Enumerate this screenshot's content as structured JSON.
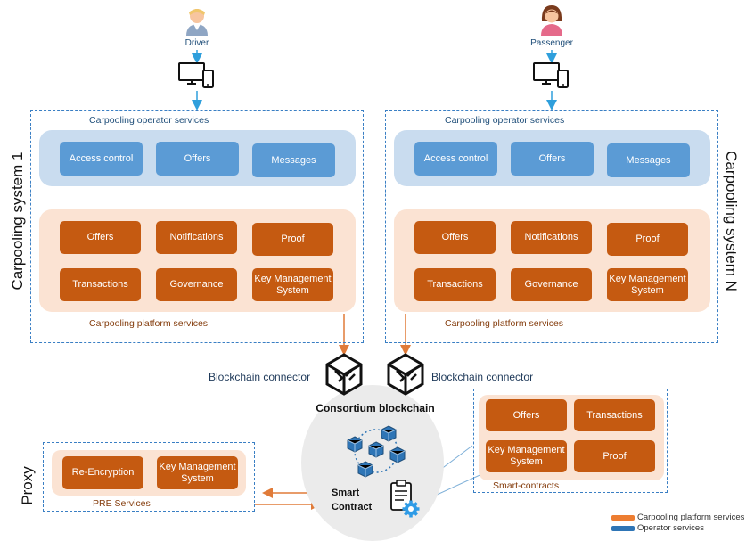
{
  "users": {
    "driver": "Driver",
    "passenger": "Passenger"
  },
  "system_left": {
    "side_label": "Carpooling system 1",
    "operator_label": "Carpooling operator services",
    "operator_services": [
      "Access control",
      "Offers",
      "Messages"
    ],
    "platform_services": [
      "Offers",
      "Notifications",
      "Proof",
      "Transactions",
      "Governance",
      "Key Management System"
    ],
    "platform_label": "Carpooling platform services"
  },
  "system_right": {
    "side_label": "Carpooling system N",
    "operator_label": "Carpooling operator services",
    "operator_services": [
      "Access control",
      "Offers",
      "Messages"
    ],
    "platform_services": [
      "Offers",
      "Notifications",
      "Proof",
      "Transactions",
      "Governance",
      "Key Management System"
    ],
    "platform_label": "Carpooling platform services"
  },
  "connectors": {
    "left": "Blockchain connector",
    "right": "Blockchain connector"
  },
  "consortium_label": "Consortium blockchain",
  "smart_contract_label": "Smart Contract",
  "smart_contracts": {
    "items": [
      "Offers",
      "Transactions",
      "Key Management System",
      "Proof"
    ],
    "label": "Smart-contracts"
  },
  "proxy": {
    "side_label": "Proxy",
    "items": [
      "Re-Encryption",
      "Key Management System"
    ],
    "label": "PRE Services"
  },
  "legend": {
    "items": [
      {
        "label": "Carpooling platform services",
        "color": "#ed7d31"
      },
      {
        "label": "Operator services",
        "color": "#2e75b6"
      }
    ]
  }
}
